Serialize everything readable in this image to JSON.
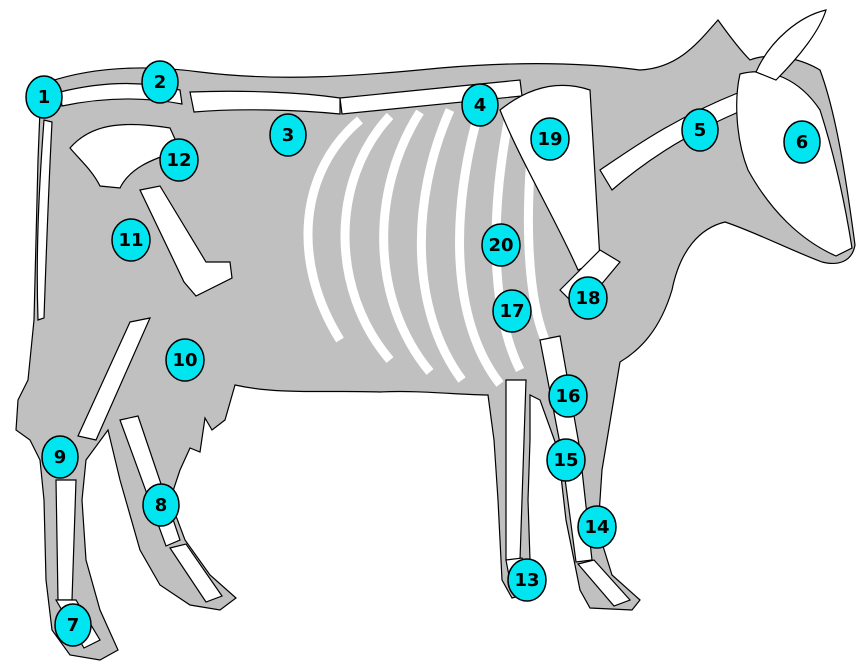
{
  "colors": {
    "background": "#ffffff",
    "body_silhouette": "#c0c0c0",
    "bone": "#ffffff",
    "outline": "#000000",
    "label_fill": "#00e5f0",
    "label_text": "#000000"
  },
  "labels": [
    {
      "id": "1",
      "text": "1"
    },
    {
      "id": "2",
      "text": "2"
    },
    {
      "id": "3",
      "text": "3"
    },
    {
      "id": "4",
      "text": "4"
    },
    {
      "id": "5",
      "text": "5"
    },
    {
      "id": "6",
      "text": "6"
    },
    {
      "id": "7",
      "text": "7"
    },
    {
      "id": "8",
      "text": "8"
    },
    {
      "id": "9",
      "text": "9"
    },
    {
      "id": "10",
      "text": "10"
    },
    {
      "id": "11",
      "text": "11"
    },
    {
      "id": "12",
      "text": "12"
    },
    {
      "id": "13",
      "text": "13"
    },
    {
      "id": "14",
      "text": "14"
    },
    {
      "id": "15",
      "text": "15"
    },
    {
      "id": "16",
      "text": "16"
    },
    {
      "id": "17",
      "text": "17"
    },
    {
      "id": "18",
      "text": "18"
    },
    {
      "id": "19",
      "text": "19"
    },
    {
      "id": "20",
      "text": "20"
    }
  ]
}
